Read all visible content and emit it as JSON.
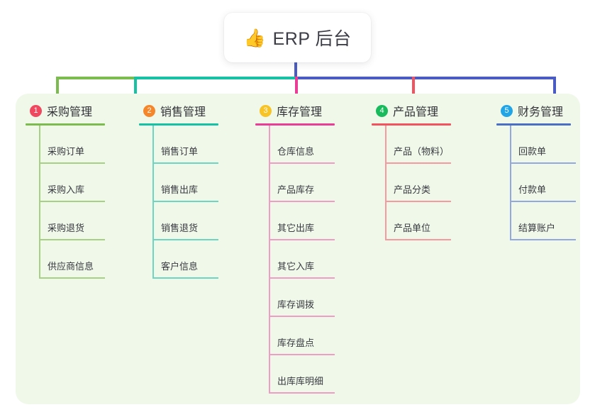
{
  "root": {
    "icon": "thumbs-up-icon",
    "emoji": "👍",
    "title": "ERP 后台"
  },
  "palette": {
    "panel_background": "#eff8e9",
    "page_background": "#ffffff",
    "trunk": "#4a5bc4",
    "connector_green": "#7cbc4e",
    "connector_teal": "#17c2a4",
    "connector_pink": "#ea3e96",
    "connector_red": "#f2535e",
    "connector_blue": "#4a5bc4",
    "text": "#333339"
  },
  "columns": [
    {
      "number": "1",
      "title": "采购管理",
      "badge_color": "#f0485f",
      "rule_color": "#7cbc4e",
      "leaf_rule_color": "#a8cf86",
      "spine_color": "#a8cf86",
      "stub_color": "#7cbc4e",
      "items": [
        "采购订单",
        "采购入库",
        "采购退货",
        "供应商信息"
      ]
    },
    {
      "number": "2",
      "title": "销售管理",
      "badge_color": "#f5862a",
      "rule_color": "#17c2a4",
      "leaf_rule_color": "#6fd5c3",
      "spine_color": "#6fd5c3",
      "stub_color": "#17c2a4",
      "items": [
        "销售订单",
        "销售出库",
        "销售退货",
        "客户信息"
      ]
    },
    {
      "number": "3",
      "title": "库存管理",
      "badge_color": "#f7c325",
      "rule_color": "#ea3e96",
      "leaf_rule_color": "#f09dc6",
      "spine_color": "#f09dc6",
      "stub_color": "#ea3e96",
      "items": [
        "仓库信息",
        "产品库存",
        "其它出库",
        "其它入库",
        "库存调拨",
        "库存盘点",
        "出库库明细"
      ]
    },
    {
      "number": "4",
      "title": "产品管理",
      "badge_color": "#18ba5c",
      "rule_color": "#f2535e",
      "leaf_rule_color": "#f79a9f",
      "spine_color": "#f79a9f",
      "stub_color": "#f2535e",
      "items": [
        "产品（物料）",
        "产品分类",
        "产品单位"
      ]
    },
    {
      "number": "5",
      "title": "财务管理",
      "badge_color": "#21a5e6",
      "rule_color": "#4a6fc4",
      "leaf_rule_color": "#92a8de",
      "spine_color": "#92a8de",
      "stub_color": "#4a5bc4",
      "items": [
        "回款单",
        "付款单",
        "结算账户"
      ]
    }
  ]
}
